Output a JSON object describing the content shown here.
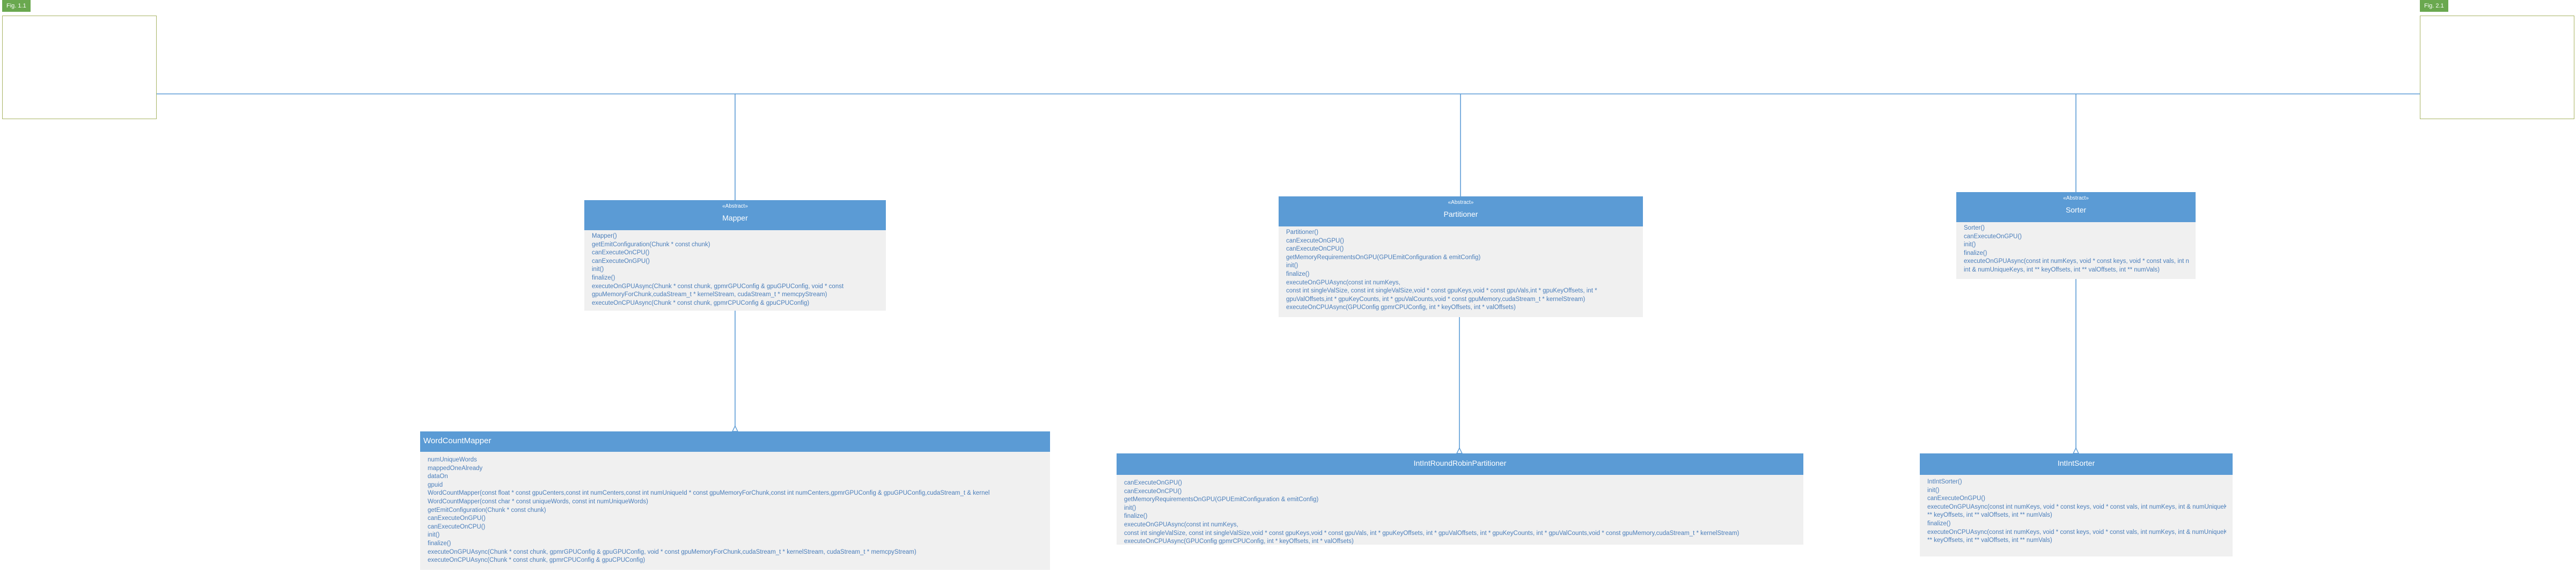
{
  "figures": [
    {
      "tab": "Fig. 1.1"
    },
    {
      "tab": "Fig. 2.1"
    }
  ],
  "colors": {
    "header": "#5b9bd5",
    "body": "#f0f0f0",
    "text": "#4a7ebb",
    "frame": "#a8b464",
    "tab": "#6aa84f",
    "connector": "#5b9bd5"
  },
  "classes": {
    "mapper": {
      "stereotype": "«Abstract»",
      "name": "Mapper",
      "operations": [
        "Mapper()",
        "getEmitConfiguration(Chunk * const chunk)",
        "canExecuteOnCPU()",
        "canExecuteOnGPU()",
        "init()",
        "finalize()",
        "executeOnGPUAsync(Chunk * const chunk, gpmrGPUConfig & gpuGPUConfig, void * const",
        "gpuMemoryForChunk,cudaStream_t * kernelStream, cudaStream_t * memcpyStream)",
        "executeOnCPUAsync(Chunk * const chunk, gpmrCPUConfig & gpuCPUConfig)"
      ]
    },
    "partitioner": {
      "stereotype": "«Abstract»",
      "name": "Partitioner",
      "operations": [
        "Partitioner()",
        "canExecuteOnGPU()",
        "canExecuteOnCPU()",
        "getMemoryRequirementsOnGPU(GPUEmitConfiguration & emitConfig)",
        "init()",
        "finalize()",
        "executeOnGPUAsync(const int numKeys,",
        "const int singleValSize, const int singleValSize,void * const gpuKeys,void * const gpuVals,int * gpuKeyOffsets, int *",
        "gpuValOffsets,int * gpuKeyCounts,      int * gpuValCounts,void * const gpuMemory,cudaStream_t * kernelStream)",
        "executeOnCPUAsync(GPUConfig gpmrCPUConfig, int * keyOffsets, int * valOffsets)"
      ]
    },
    "sorter": {
      "stereotype": "«Abstract»",
      "name": "Sorter",
      "operations": [
        "Sorter()",
        "canExecuteOnGPU()",
        "init()",
        "finalize()",
        "executeOnGPUAsync(const int numKeys, void * const keys, void * const vals, int numKeys,",
        "int & numUniqueKeys, int ** keyOffsets, int ** valOffsets, int ** numVals)"
      ]
    },
    "wordcount_mapper": {
      "name": "WordCountMapper",
      "operations": [
        "numUniqueWords",
        "mappedOneAlready",
        "dataOn",
        "gpuid",
        "WordCountMapper(const float * const gpuCenters,const int numCenters,const int numUniqueId * const gpuMemoryForChunk,const int numCenters,gpmrGPUConfig & gpuGPUConfig,cudaStream_t & kernel",
        "WordCountMapper(const char * const uniqueWords, const int numUniqueWords)",
        "getEmitConfiguration(Chunk * const chunk)",
        "canExecuteOnGPU()",
        "canExecuteOnCPU()",
        "init()",
        "finalize()",
        "executeOnGPUAsync(Chunk * const chunk, gpmrGPUConfig & gpuGPUConfig, void * const gpuMemoryForChunk,cudaStream_t * kernelStream, cudaStream_t * memcpyStream)",
        "executeOnCPUAsync(Chunk * const chunk, gpmrCPUConfig & gpuCPUConfig)"
      ]
    },
    "roundrobin_partitioner": {
      "name": "IntIntRoundRobinPartitioner",
      "operations": [
        "canExecuteOnGPU()",
        "canExecuteOnCPU()",
        "getMemoryRequirementsOnGPU(GPUEmitConfiguration & emitConfig)",
        "init()",
        "finalize()",
        "executeOnGPUAsync(const int numKeys,",
        "const int singleValSize, const int singleValSize,void * const gpuKeys,void * const gpuVals, int * gpuKeyOffsets, int * gpuValOffsets, int * gpuKeyCounts,      int * gpuValCounts,void * const gpuMemory,cudaStream_t * kernelStream)",
        "executeOnCPUAsync(GPUConfig gpmrCPUConfig, int * keyOffsets, int * valOffsets)"
      ]
    },
    "intint_sorter": {
      "name": "IntIntSorter",
      "operations": [
        "IntIntSorter()",
        "init()",
        "canExecuteOnGPU()",
        "executeOnGPUAsync(const int numKeys, void * const keys, void * const vals, int numKeys, int & numUniqueKeys, int",
        "** keyOffsets, int ** valOffsets, int ** numVals)",
        "finalize()",
        "executeOnCPUAsync(const int numKeys, void * const keys, void * const vals, int numKeys, int & numUniqueKeys, int",
        "** keyOffsets, int ** valOffsets, int ** numVals)"
      ]
    }
  }
}
